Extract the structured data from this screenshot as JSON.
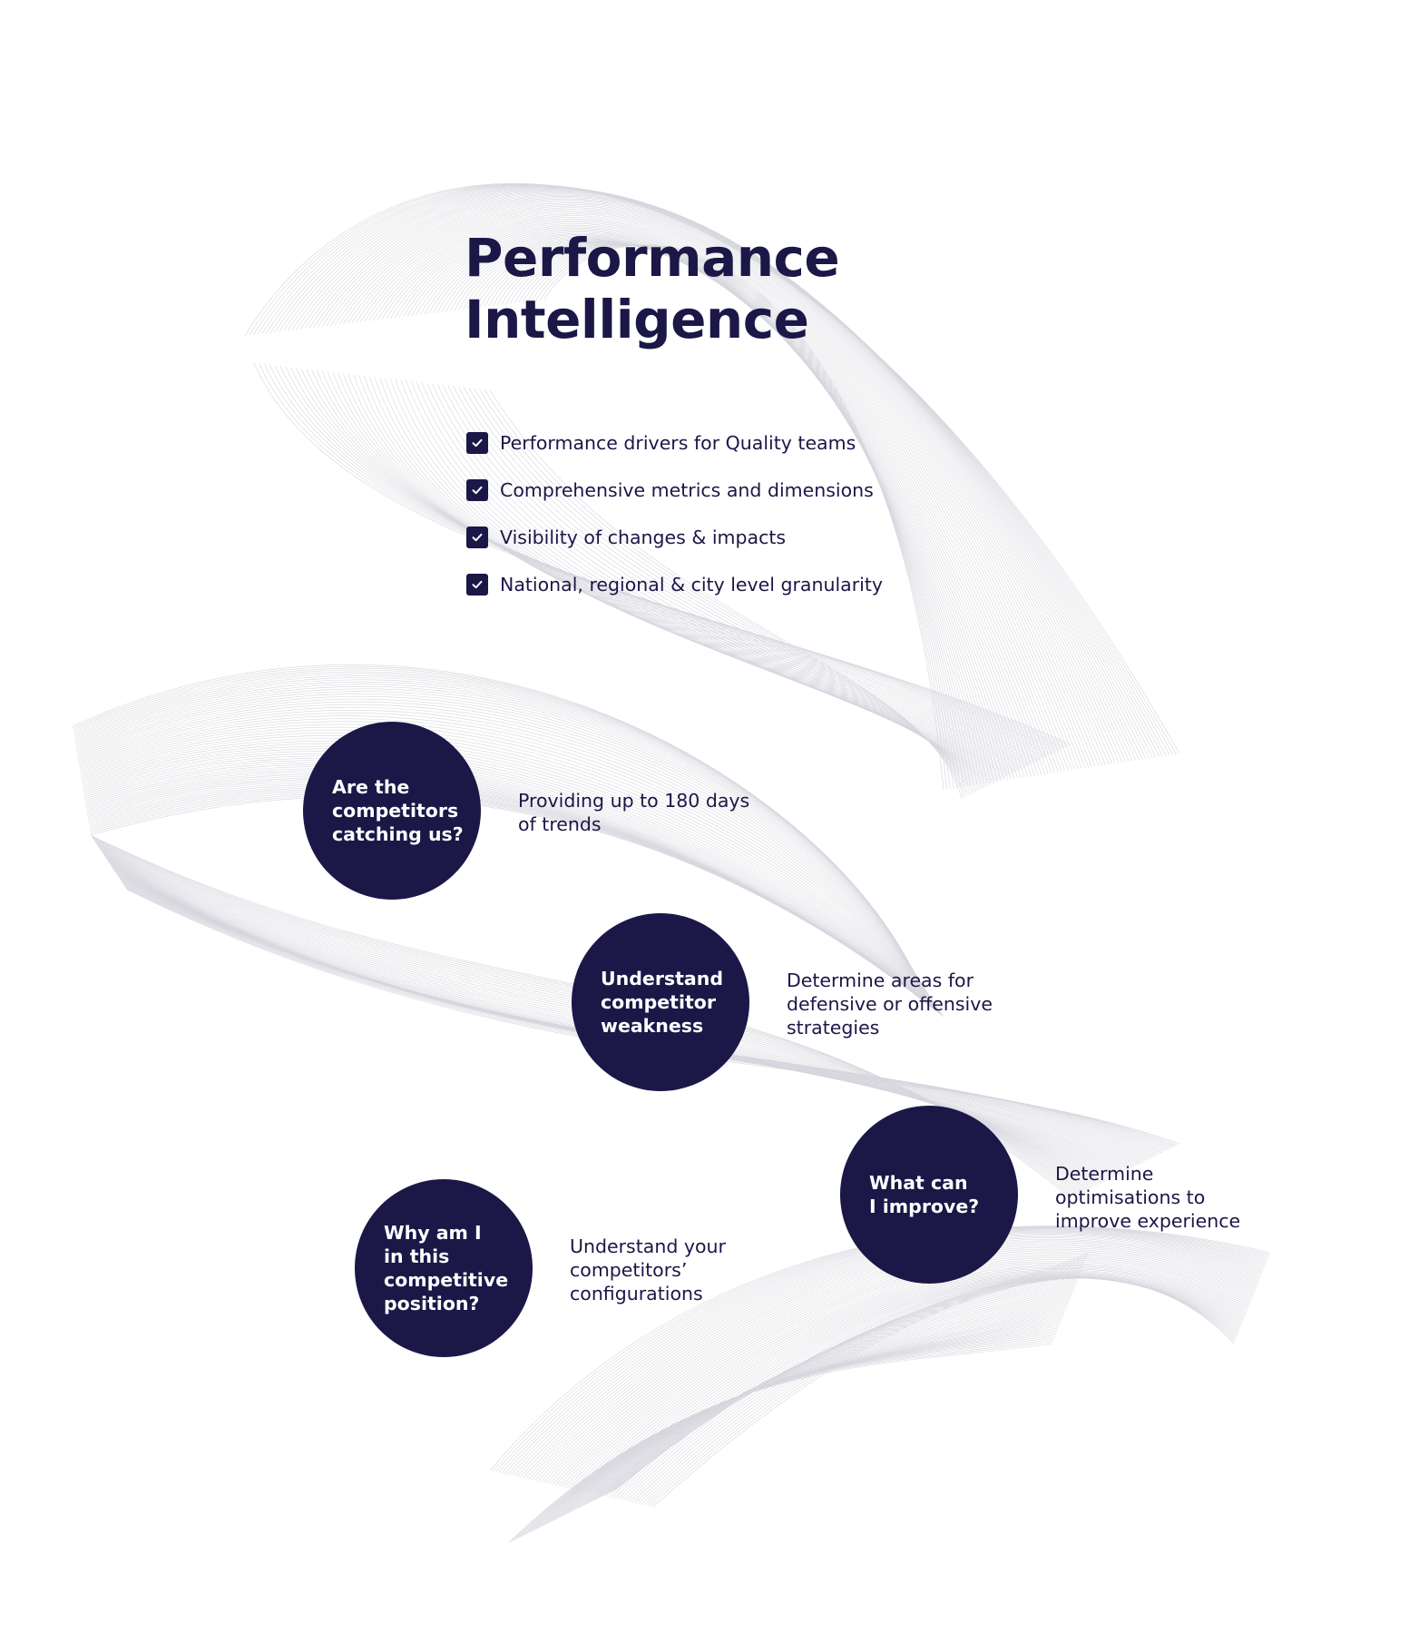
{
  "title": {
    "line1": "Performance",
    "line2": "Intelligence"
  },
  "features": [
    "Performance drivers for Quality teams",
    "Comprehensive metrics and dimensions",
    "Visibility of changes & impacts",
    "National, regional & city level granularity"
  ],
  "questions": [
    {
      "lines": [
        "Are the",
        "competitors",
        "catching us?"
      ],
      "answer": [
        "Providing up to 180 days",
        "of trends"
      ]
    },
    {
      "lines": [
        "Understand",
        "competitor",
        "weakness"
      ],
      "answer": [
        "Determine areas for",
        "defensive or offensive",
        "strategies"
      ]
    },
    {
      "lines": [
        "What can",
        "I improve?"
      ],
      "answer": [
        "Determine",
        "optimisations to",
        "improve experience"
      ]
    },
    {
      "lines": [
        "Why am I",
        "in this",
        "competitive",
        "position?"
      ],
      "answer": [
        "Understand your",
        "competitors’",
        "configurations"
      ]
    }
  ],
  "colors": {
    "primary": "#1b1747",
    "background": "#ffffff",
    "wave_lines": "#c9c9d3"
  },
  "icons": {
    "feature_marker": "checkbox-checked-icon"
  }
}
